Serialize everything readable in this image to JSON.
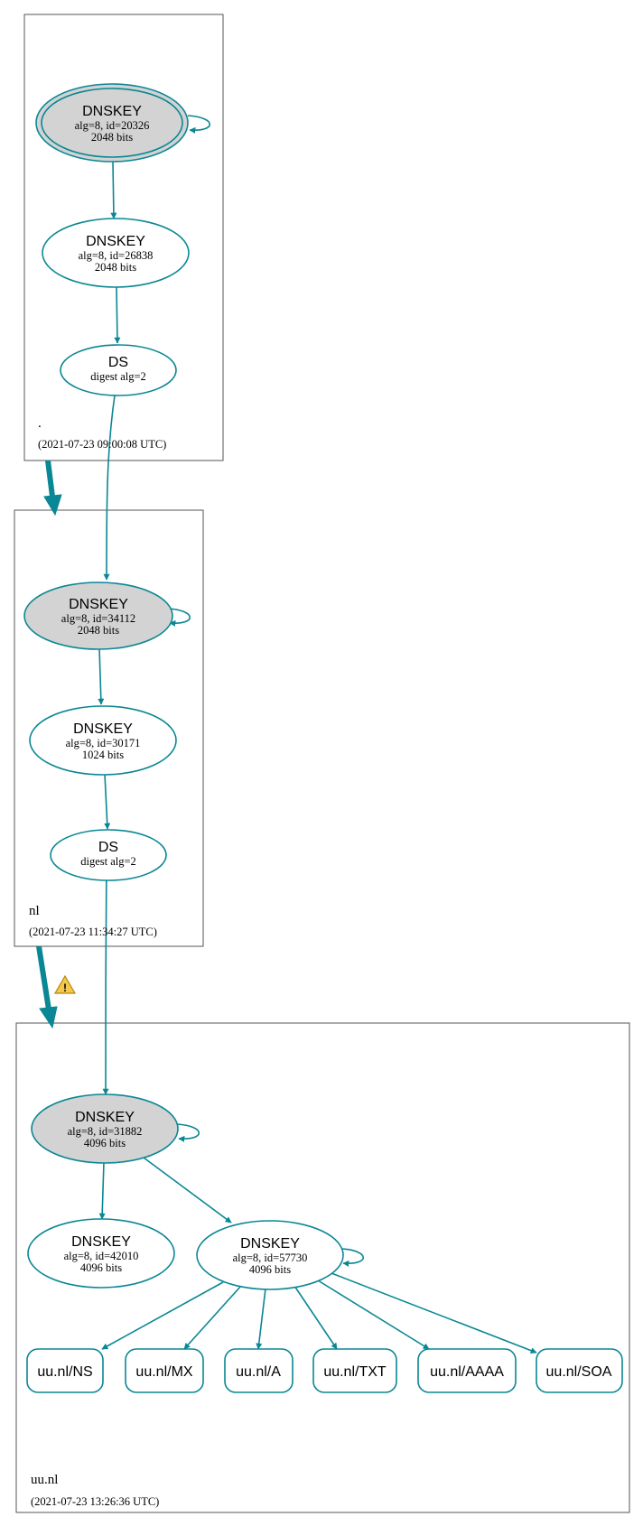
{
  "colors": {
    "edge": "#0a8794",
    "sep_fill": "#d3d3d3",
    "warning": "#f2c94c"
  },
  "zones": {
    "root": {
      "name": ".",
      "timestamp": "(2021-07-23 09:00:08 UTC)"
    },
    "nl": {
      "name": "nl",
      "timestamp": "(2021-07-23 11:34:27 UTC)"
    },
    "uunl": {
      "name": "uu.nl",
      "timestamp": "(2021-07-23 13:26:36 UTC)"
    }
  },
  "nodes": {
    "root_ksk": {
      "type": "DNSKEY",
      "line1": "alg=8, id=20326",
      "line2": "2048 bits"
    },
    "root_zsk": {
      "type": "DNSKEY",
      "line1": "alg=8, id=26838",
      "line2": "2048 bits"
    },
    "root_ds": {
      "type": "DS",
      "line1": "digest alg=2"
    },
    "nl_ksk": {
      "type": "DNSKEY",
      "line1": "alg=8, id=34112",
      "line2": "2048 bits"
    },
    "nl_zsk": {
      "type": "DNSKEY",
      "line1": "alg=8, id=30171",
      "line2": "1024 bits"
    },
    "nl_ds": {
      "type": "DS",
      "line1": "digest alg=2"
    },
    "uu_ksk": {
      "type": "DNSKEY",
      "line1": "alg=8, id=31882",
      "line2": "4096 bits"
    },
    "uu_k42010": {
      "type": "DNSKEY",
      "line1": "alg=8, id=42010",
      "line2": "4096 bits"
    },
    "uu_zsk": {
      "type": "DNSKEY",
      "line1": "alg=8, id=57730",
      "line2": "4096 bits"
    }
  },
  "rrsets": {
    "ns": "uu.nl/NS",
    "mx": "uu.nl/MX",
    "a": "uu.nl/A",
    "txt": "uu.nl/TXT",
    "aaaa": "uu.nl/AAAA",
    "soa": "uu.nl/SOA"
  },
  "icons": {
    "warning": "warning-icon"
  }
}
